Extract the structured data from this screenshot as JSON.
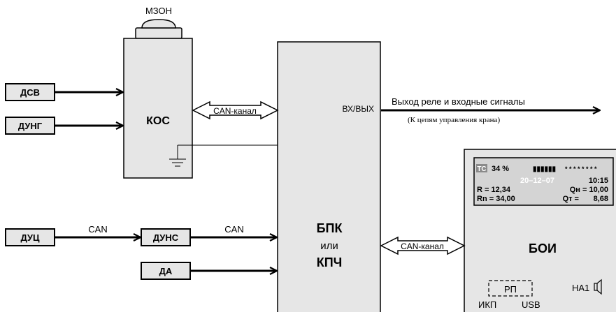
{
  "sensors": {
    "dsv": "ДСВ",
    "dung": "ДУНГ",
    "duc": "ДУЦ",
    "duns": "ДУНС",
    "da": "ДА"
  },
  "kos": {
    "label": "КОС",
    "mzon": "МЗОН"
  },
  "bpk": {
    "line1": "БПК",
    "line2": "или",
    "line3": "КПЧ",
    "io_label": "ВХ/ВЫХ"
  },
  "boi": {
    "label": "БОИ",
    "rp": "РП",
    "ikp": "ИКП",
    "usb": "USB",
    "ha1": "НА1",
    "display": {
      "tc": "ТС",
      "percent": "34 %",
      "bars": "▮▮▮▮▮▮",
      "stars": "* * * * * * * *",
      "date": "20–12–07",
      "time": "10:15",
      "r": "R = 12,34",
      "qn": "Qн = 10,00",
      "rn": "Rn = 34,00",
      "qt": "Qт =",
      "qt_value": "8,68"
    }
  },
  "links": {
    "can_channel_top": "CAN-канал",
    "can_channel_bottom": "CAN-канал",
    "can1": "CAN",
    "can2": "CAN"
  },
  "output": {
    "title": "Выход реле и входные сигналы",
    "subtitle": "(К цепям управления крана)"
  },
  "colors": {
    "box_fill": "#e6e6e6",
    "display_fill": "#d4d4d4",
    "tc_badge": "#8a8a8a"
  }
}
